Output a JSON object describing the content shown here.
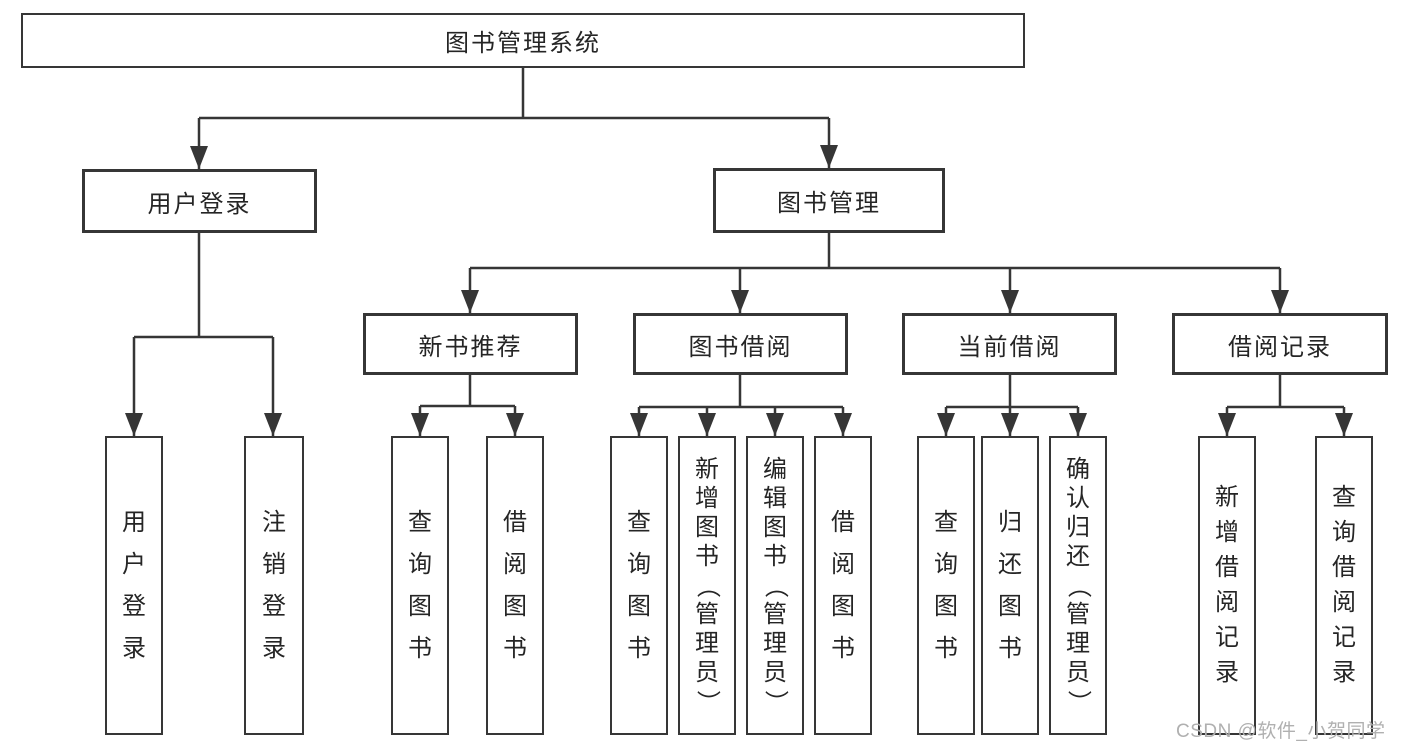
{
  "diagram": {
    "root": {
      "label": "图书管理系统"
    },
    "branches": [
      {
        "label": "用户登录",
        "children": [
          {
            "label": "用户登录"
          },
          {
            "label": "注销登录"
          }
        ]
      },
      {
        "label": "图书管理",
        "children": [
          {
            "label": "新书推荐",
            "children": [
              {
                "label": "查询图书"
              },
              {
                "label": "借阅图书"
              }
            ]
          },
          {
            "label": "图书借阅",
            "children": [
              {
                "label": "查询图书"
              },
              {
                "label": "新增图书（管理员）"
              },
              {
                "label": "编辑图书（管理员）"
              },
              {
                "label": "借阅图书"
              }
            ]
          },
          {
            "label": "当前借阅",
            "children": [
              {
                "label": "查询图书"
              },
              {
                "label": "归还图书"
              },
              {
                "label": "确认归还（管理员）"
              }
            ]
          },
          {
            "label": "借阅记录",
            "children": [
              {
                "label": "新增借阅记录"
              },
              {
                "label": "查询借阅记录"
              }
            ]
          }
        ]
      }
    ]
  },
  "watermark": {
    "text": "CSDN @软件_小贺同学"
  },
  "colors": {
    "line": "#363636",
    "text": "#252525",
    "watermark": "#b0b0b0",
    "background": "#ffffff"
  }
}
